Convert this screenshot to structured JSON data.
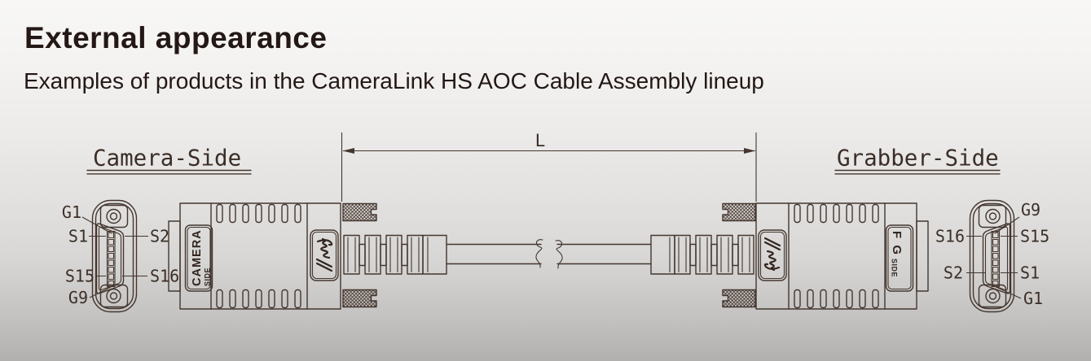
{
  "header": {
    "title": "External appearance",
    "subtitle": "Examples of products in the CameraLink HS AOC Cable Assembly lineup"
  },
  "diagram": {
    "dimension_label": "L",
    "camera_side": {
      "heading": "Camera-Side",
      "shell_label_primary": "CAMERA",
      "shell_label_secondary": "SIDE",
      "pin_labels": {
        "g1": "G1",
        "s1": "S1",
        "s2": "S2",
        "s15": "S15",
        "s16": "S16",
        "g9": "G9"
      }
    },
    "grabber_side": {
      "heading": "Grabber-Side",
      "shell_label_primary": "F G",
      "shell_label_secondary": "SIDE",
      "pin_labels": {
        "g9": "G9",
        "s16": "S16",
        "s15": "S15",
        "s2": "S2",
        "s1": "S1",
        "g1": "G1"
      }
    },
    "icons": {
      "brand_logo": "script-signature-logo"
    },
    "colors": {
      "line": "#44362e",
      "text": "#231815",
      "background_top": "#f8f7f6",
      "background_bottom": "#b1b0af"
    }
  }
}
